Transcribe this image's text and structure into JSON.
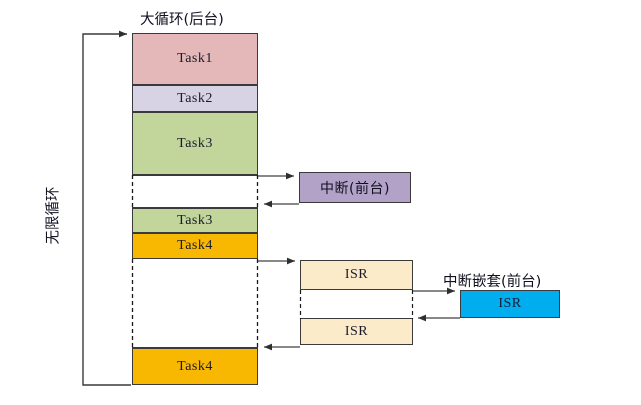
{
  "diagram": {
    "title_top": "大循环(后台)",
    "loop_label": "无限循环",
    "nested_label": "中断嵌套(前台)",
    "caption": "",
    "colors": {
      "task1": "#e4b8b8",
      "task2": "#d8d3e4",
      "task3": "#c2d69b",
      "task4": "#f8b700",
      "interrupt": "#b3a2c7",
      "isr": "#fcebc8",
      "isr_nested": "#00aeef",
      "stroke": "#3a3a3a",
      "arrow": "#404040"
    },
    "main_column": [
      {
        "name": "task1",
        "label": "Task1",
        "color": "#e4b8b8"
      },
      {
        "name": "task2",
        "label": "Task2",
        "color": "#d8d3e4"
      },
      {
        "name": "task3-first",
        "label": "Task3",
        "color": "#c2d69b"
      },
      {
        "name": "gap-first",
        "label": "",
        "color": "#ffffff"
      },
      {
        "name": "task3-second",
        "label": "Task3",
        "color": "#c2d69b"
      },
      {
        "name": "task4-first",
        "label": "Task4",
        "color": "#f8b700"
      },
      {
        "name": "gap-second",
        "label": "",
        "color": "#ffffff"
      },
      {
        "name": "task4-second",
        "label": "Task4",
        "color": "#f8b700"
      }
    ],
    "interrupt_box": {
      "label": "中断(前台)",
      "color": "#b3a2c7"
    },
    "isr_boxes": [
      {
        "name": "isr-upper",
        "label": "ISR",
        "color": "#fcebc8"
      },
      {
        "name": "isr-lower",
        "label": "ISR",
        "color": "#fcebc8"
      }
    ],
    "nested_isr_box": {
      "label": "ISR",
      "color": "#00aeef"
    }
  }
}
